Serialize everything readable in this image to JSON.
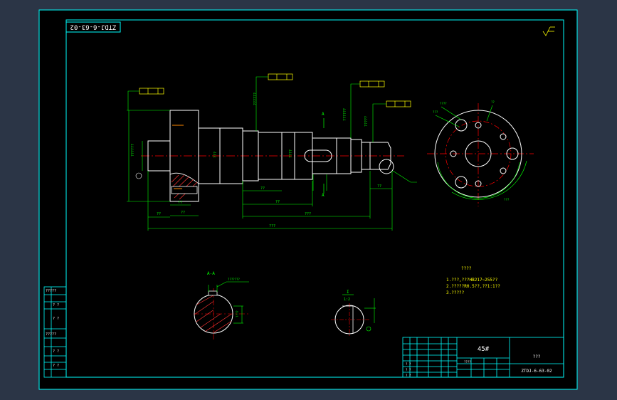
{
  "title_block": {
    "drawing_code_rotated": "ZTDJ-6-63-02",
    "drawing_code": "ZTDJ-6-63-02",
    "material": "45#",
    "name": "???"
  },
  "notes": {
    "heading": "????",
    "line1": "1.???,???HB217~255??",
    "line2": "2.?????R0.5??,??1:1??",
    "line3": "3.?????"
  },
  "left_sidebar": {
    "cells": [
      "?????",
      "? ?",
      "? ?",
      "?????",
      "? ?",
      "? ?"
    ]
  },
  "sections": {
    "section_aa_label": "A-A",
    "detail_label": "I",
    "detail_scale": "1:2",
    "marker_a_upper": "A",
    "marker_a_lower": "A"
  },
  "title_block_cells": {
    "scale_ref": "????",
    "row_a": "? ?",
    "row_b": "? ?",
    "row_c": "? ?"
  },
  "colors": {
    "background": "#000000",
    "frame": "#00ffff",
    "outline": "#ffffff",
    "centerline": "#ff0000",
    "dimension": "#00ff00",
    "hatch": "#ff3333",
    "callout": "#ffff00",
    "viewport_bg": "#2b3546"
  }
}
